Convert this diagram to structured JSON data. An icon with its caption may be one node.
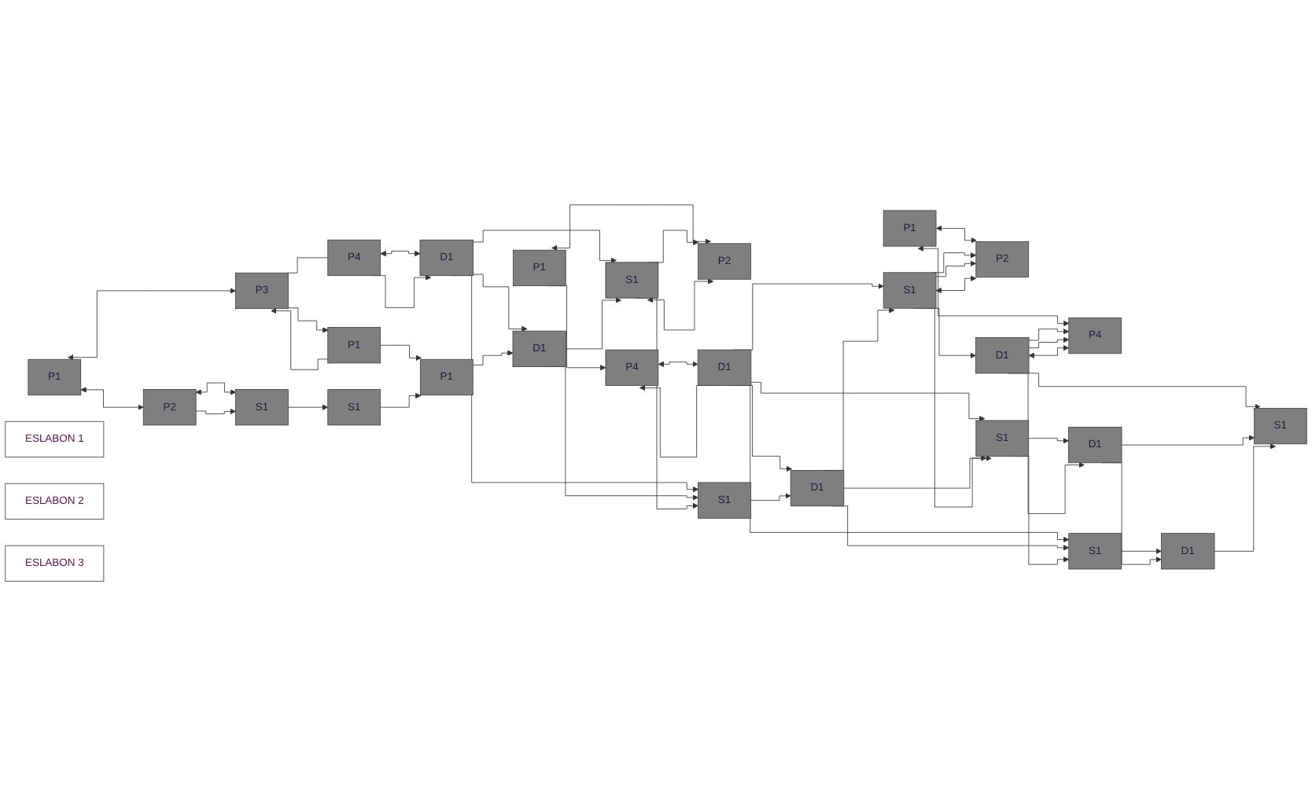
{
  "diagram": {
    "nodes": [
      {
        "text": [
          "P1"
        ]
      },
      {
        "text": [
          "P2"
        ]
      },
      {
        "text": [
          "P3"
        ]
      },
      {
        "text": [
          "P4"
        ]
      },
      {
        "text": [
          "S1"
        ]
      },
      {
        "text": [
          "P1"
        ]
      },
      {
        "text": [
          "D1"
        ]
      },
      {
        "text": [
          "S1"
        ]
      },
      {
        "text": [
          "P1"
        ]
      },
      {
        "text": [
          "D1"
        ]
      },
      {
        "text": [
          "P1"
        ]
      },
      {
        "text": [
          "P2"
        ]
      },
      {
        "text": [
          "P4"
        ]
      },
      {
        "text": [
          "S1"
        ]
      },
      {
        "text": [
          "D1"
        ]
      },
      {
        "text": [
          "S1"
        ]
      },
      {
        "text": [
          "D1"
        ]
      },
      {
        "text": [
          "P1"
        ]
      },
      {
        "text": [
          "P2"
        ]
      },
      {
        "text": [
          "P4"
        ]
      },
      {
        "text": [
          "S1"
        ]
      },
      {
        "text": [
          "D1"
        ]
      },
      {
        "text": [
          "S1"
        ]
      },
      {
        "text": [
          "D1"
        ]
      },
      {
        "text": [
          "S1"
        ]
      },
      {
        "text": [
          "D1"
        ]
      },
      {
        "text": [
          "S1"
        ]
      },
      {
        "text": [
          "ESLABON 1"
        ]
      },
      {
        "text": [
          "ESLABON 2"
        ]
      },
      {
        "text": [
          "ESLABON 3"
        ]
      }
    ],
    "edges": [
      {
        "from": 0,
        "to": 1,
        "arrow": "both"
      },
      {
        "from": 0,
        "to": 2,
        "arrow": "both"
      },
      {
        "from": 2,
        "to": 3,
        "arrow": "none"
      },
      {
        "from": 1,
        "to": 4,
        "arrow": "both"
      },
      {
        "from": 1,
        "to": 4,
        "arrow": "to"
      },
      {
        "from": 2,
        "to": 5,
        "arrow": "to"
      },
      {
        "from": 5,
        "to": 2,
        "arrow": "to"
      },
      {
        "from": 3,
        "to": 6,
        "arrow": "both"
      },
      {
        "from": 3,
        "to": 6,
        "arrow": "to"
      },
      {
        "from": 4,
        "to": 7,
        "arrow": "to"
      },
      {
        "from": 5,
        "to": 8,
        "arrow": "to"
      },
      {
        "from": 6,
        "to": 9,
        "arrow": "to"
      },
      {
        "from": 7,
        "to": 8,
        "arrow": "to"
      },
      {
        "from": 8,
        "to": 9,
        "arrow": "to"
      },
      {
        "from": 6,
        "to": 13,
        "arrow": "to"
      },
      {
        "from": 6,
        "to": 15,
        "arrow": "to"
      },
      {
        "from": 9,
        "to": 13,
        "arrow": "to"
      },
      {
        "from": 9,
        "to": 15,
        "arrow": "to"
      },
      {
        "from": 10,
        "to": 11,
        "arrow": "both"
      },
      {
        "from": 10,
        "to": 12,
        "arrow": "to"
      },
      {
        "from": 11,
        "to": 13,
        "arrow": "both"
      },
      {
        "from": 13,
        "to": 11,
        "arrow": "to"
      },
      {
        "from": 12,
        "to": 14,
        "arrow": "both"
      },
      {
        "from": 14,
        "to": 12,
        "arrow": "to"
      },
      {
        "from": 13,
        "to": 15,
        "arrow": "to"
      },
      {
        "from": 14,
        "to": 16,
        "arrow": "to"
      },
      {
        "from": 15,
        "to": 16,
        "arrow": "to"
      },
      {
        "from": 14,
        "to": 20,
        "arrow": "to"
      },
      {
        "from": 14,
        "to": 22,
        "arrow": "to"
      },
      {
        "from": 14,
        "to": 24,
        "arrow": "to"
      },
      {
        "from": 16,
        "to": 20,
        "arrow": "to"
      },
      {
        "from": 16,
        "to": 22,
        "arrow": "to"
      },
      {
        "from": 16,
        "to": 24,
        "arrow": "to"
      },
      {
        "from": 17,
        "to": 18,
        "arrow": "both"
      },
      {
        "from": 17,
        "to": 19,
        "arrow": "both"
      },
      {
        "from": 18,
        "to": 20,
        "arrow": "both"
      },
      {
        "from": 20,
        "to": 18,
        "arrow": "to"
      },
      {
        "from": 20,
        "to": 18,
        "arrow": "to"
      },
      {
        "from": 21,
        "to": 19,
        "arrow": "to"
      },
      {
        "from": 21,
        "to": 19,
        "arrow": "to"
      },
      {
        "from": 19,
        "to": 21,
        "arrow": "both"
      },
      {
        "from": 20,
        "to": 21,
        "arrow": "to"
      },
      {
        "from": 22,
        "to": 23,
        "arrow": "to"
      },
      {
        "from": 24,
        "to": 25,
        "arrow": "to"
      },
      {
        "from": 20,
        "to": 22,
        "arrow": "to"
      },
      {
        "from": 22,
        "to": 24,
        "arrow": "to"
      },
      {
        "from": 21,
        "to": 23,
        "arrow": "to"
      },
      {
        "from": 23,
        "to": 25,
        "arrow": "to"
      },
      {
        "from": 21,
        "to": 26,
        "arrow": "to"
      },
      {
        "from": 23,
        "to": 26,
        "arrow": "to"
      },
      {
        "from": 25,
        "to": 26,
        "arrow": "to"
      }
    ]
  }
}
